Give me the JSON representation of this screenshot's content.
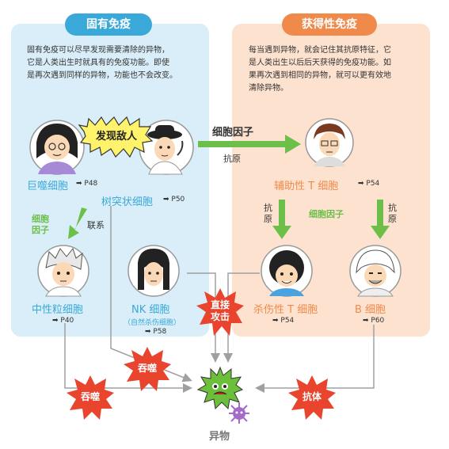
{
  "innate": {
    "title": "固有免疫",
    "description_lines": [
      "固有免疫可以尽早发现需要清除的异物，",
      "它是人类出生时就具有的免疫功能。即使",
      "是再次遇到同样的异物，功能也不会改变。"
    ],
    "macrophage": {
      "name": "巨噬细胞",
      "page": "➡ P48"
    },
    "dendritic": {
      "name": "树突状细胞",
      "page": "➡ P50"
    },
    "speech_bubble": "发现敌人",
    "link_label": "联系",
    "cytokine_label_lines": [
      "细胞",
      "因子"
    ],
    "neutrophil": {
      "name": "中性粒细胞",
      "page": "➡ P40"
    },
    "nk": {
      "name": "NK 细胞",
      "sub": "（自然杀伤细胞）",
      "page": "➡ P58"
    }
  },
  "adaptive": {
    "title": "获得性免疫",
    "description_lines": [
      "每当遇到异物，就会记住其抗原特征，它",
      "是人类出生以后后天获得的免疫功能。如",
      "果再次遇到相同的异物，就可以更有效地",
      "清除异物。"
    ],
    "helper_t": {
      "name": "辅助性 T 细胞",
      "page": "➡ P54"
    },
    "killer_t": {
      "name": "杀伤性 T 细胞",
      "page": "➡ P54"
    },
    "b_cell": {
      "name": "B 细胞",
      "page": "➡ P60"
    },
    "cytokine_label": "细胞因子",
    "antigen_left_lines": [
      "抗",
      "原"
    ],
    "antigen_right_lines": [
      "抗",
      "原"
    ]
  },
  "center": {
    "cytokine_label": "细胞因子",
    "antigen_label": "抗原"
  },
  "bottom": {
    "phagocytosis_left": "吞噬",
    "phagocytosis_mid": "吞噬",
    "direct_attack_lines": [
      "直接",
      "攻击"
    ],
    "antibody": "抗体",
    "foreign_body": "异物"
  },
  "colors": {
    "innate_accent": "#3aa9d9",
    "adaptive_accent": "#f08a4b",
    "arrow_green": "#6cc04a",
    "burst_red": "#e8442e",
    "virus_green": "#6cbf3a",
    "virus_purple": "#a46bc9"
  }
}
